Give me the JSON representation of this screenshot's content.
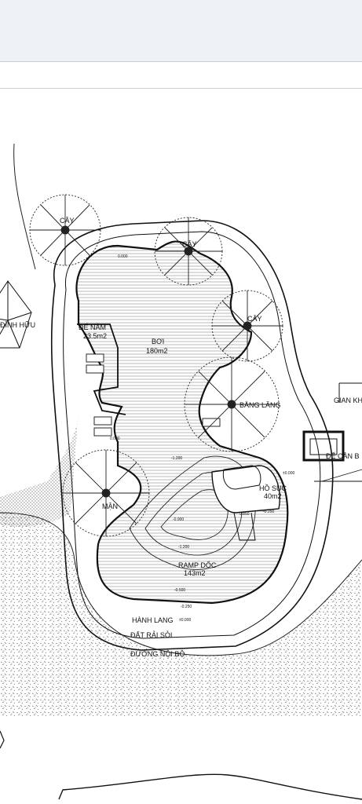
{
  "labels": {
    "tree_1": "CÂY",
    "tree_2": "CÂY",
    "tree_3": "CÂY",
    "bang_lang": "BẰNG LĂNG",
    "man": "MẬN",
    "pavilion": "ĐÌNH HỮU",
    "de_nam": "ĐỂ NẰM",
    "de_nam_area": "23.5m2",
    "pool": "BƠI",
    "pool_area": "180m2",
    "ho_suc": "HỒ SỤC",
    "ho_suc_area": "40m2",
    "ramp": "RAMP DỐC",
    "ramp_area": "143m2",
    "hanh_lang": "HÀNH LANG",
    "dat_rai": "ĐẤT RẢI SỎI",
    "duong_noi_bo": "ĐƯỜNG NỘI BỘ",
    "gian_khach": "GIAN KH",
    "de_can": "ĐỂ CẦN B"
  },
  "levels": {
    "l1": "0.000",
    "l2": "-1.200",
    "l3": "-0.900",
    "l4": "-1.200",
    "l5": "-0.500",
    "l6": "-0.250",
    "l7": "±0.000",
    "l8": "±0.000",
    "l9": "0.000",
    "l10": "-0.250",
    "l11": "0.850"
  },
  "colors": {
    "line": "#111111",
    "hatch": "#8a8a8a",
    "topbar": "#eef1f5"
  }
}
